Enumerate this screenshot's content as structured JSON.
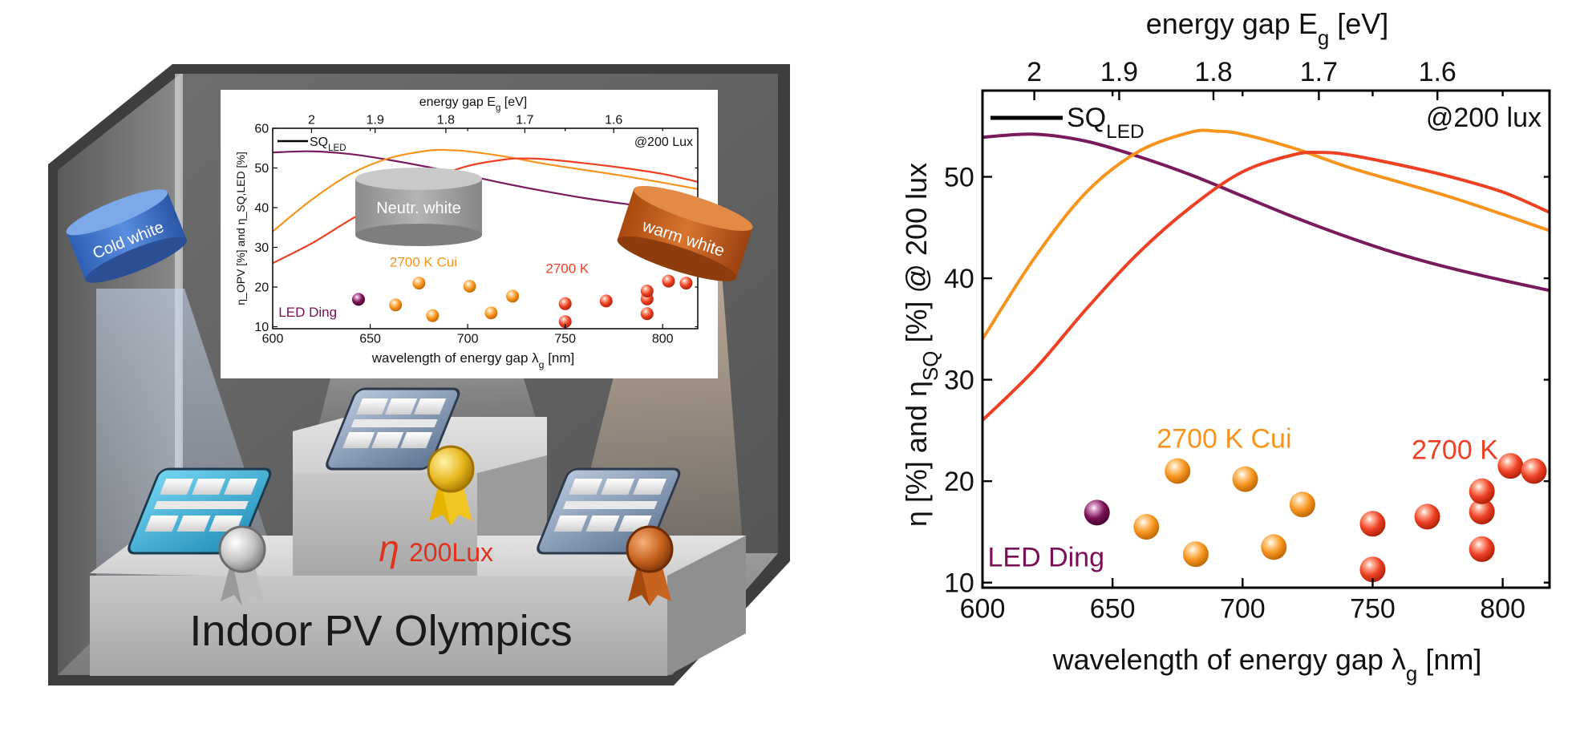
{
  "illustration": {
    "title": "Indoor PV Olympics",
    "eta_symbol": "η",
    "eta_subscript": "200Lux",
    "lamps": {
      "cold": "Cold white",
      "neutral": "Neutr. white",
      "warm": "warm white"
    },
    "inset": {
      "top_axis_label": "energy gap E",
      "top_axis_sub": "g",
      "top_axis_unit": " [eV]",
      "top_ticks": [
        "2",
        "1.9",
        "1.8",
        "1.7",
        "1.6"
      ],
      "bottom_ticks": [
        "600",
        "650",
        "700",
        "750",
        "800"
      ],
      "y_ticks": [
        "60",
        "50",
        "40",
        "30",
        "20",
        "10"
      ],
      "xlabel": "wavelength of energy gap λ",
      "xlabel_sub": "g",
      "xlabel_unit": " [nm]",
      "ylabel": "η_OPV [%] and η_SQ,LED [%]",
      "legend": "SQ",
      "legend_sub": "LED",
      "condition": "@200 Lux",
      "label_cui": "2700 K Cui",
      "label_2700": "2700 K",
      "label_ding": "LED Ding"
    }
  },
  "chart_data": {
    "type": "scatter",
    "title": "",
    "condition_label": "@200 lux",
    "xlabel": "wavelength of energy gap λ",
    "xlabel_sub": "g",
    "xlabel_unit": " [nm]",
    "ylabel_main": "η [%] and η",
    "ylabel_sub": "SQ",
    "ylabel_unit": " [%] @ 200 lux",
    "top_axis_label": "energy gap E",
    "top_axis_sub": "g",
    "top_axis_unit": " [eV]",
    "xlim": [
      600,
      818
    ],
    "ylim": [
      9.5,
      58.5
    ],
    "x_ticks": [
      600,
      650,
      700,
      750,
      800
    ],
    "y_ticks": [
      10,
      20,
      30,
      40,
      50
    ],
    "top_ticks": [
      2,
      1.9,
      1.8,
      1.7,
      1.6
    ],
    "legend_entry": "SQ",
    "legend_sub": "LED",
    "legend_placement": "top-left",
    "grid": false,
    "curves": [
      {
        "color": "#7a1a5e",
        "x": [
          600,
          620,
          640,
          660,
          680,
          700,
          720,
          740,
          760,
          780,
          800,
          818
        ],
        "y": [
          53.9,
          54.2,
          53.5,
          52.0,
          50.2,
          48.1,
          46.0,
          44.1,
          42.4,
          41.0,
          39.8,
          38.8
        ]
      },
      {
        "color": "#f7941d",
        "x": [
          600,
          620,
          640,
          660,
          680,
          690,
          700,
          720,
          740,
          760,
          780,
          800,
          818
        ],
        "y": [
          34.0,
          42.0,
          48.5,
          52.5,
          54.4,
          54.5,
          54.2,
          52.8,
          51.0,
          49.5,
          48.0,
          46.3,
          44.7
        ]
      },
      {
        "color": "#ee4023",
        "x": [
          600,
          620,
          640,
          660,
          680,
          700,
          720,
          730,
          740,
          760,
          780,
          800,
          818
        ],
        "y": [
          26.0,
          31.0,
          37.0,
          42.5,
          47.0,
          50.5,
          52.2,
          52.4,
          52.2,
          51.2,
          50.0,
          48.5,
          46.5
        ]
      }
    ],
    "series": [
      {
        "name": "2700 K Cui",
        "color": "#f7941d",
        "x": [
          663,
          675,
          682,
          701,
          712,
          723
        ],
        "y": [
          15.5,
          21.0,
          12.8,
          20.2,
          13.5,
          17.7
        ]
      },
      {
        "name": "2700 K",
        "color": "#ee4023",
        "x": [
          750,
          750,
          771,
          792,
          792,
          792,
          803,
          812
        ],
        "y": [
          15.8,
          11.3,
          16.5,
          13.3,
          17.0,
          19.0,
          21.5,
          21.0
        ]
      },
      {
        "name": "LED Ding",
        "color": "#7a1055",
        "x": [
          644
        ],
        "y": [
          16.9
        ]
      }
    ]
  }
}
